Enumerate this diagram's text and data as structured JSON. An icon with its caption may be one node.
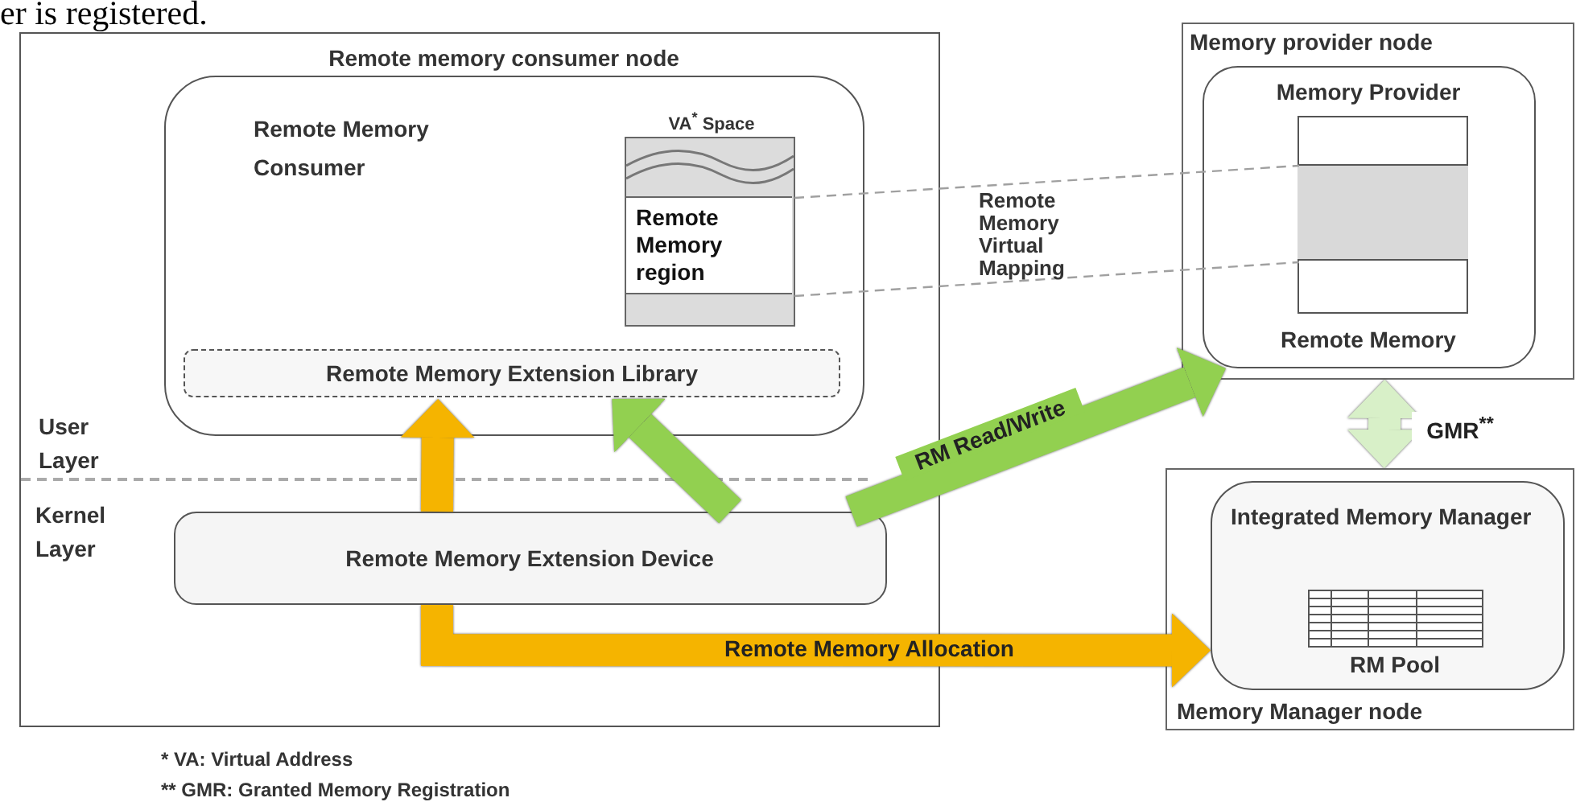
{
  "diagram": {
    "nodes": [
      {
        "text": [
          "Remote memory consumer node"
        ]
      },
      {
        "text": [
          "Remote Memory Consumer"
        ],
        "in": 0
      },
      {
        "text": [
          "VA$^{*}$ Space"
        ],
        "in": 1
      },
      {
        "text": [
          "Remote Memory region"
        ],
        "in": 2
      },
      {
        "text": [
          "Remote Memory Extension Library"
        ],
        "in": 1
      },
      {
        "text": [
          "Remote Memory Extension Device"
        ],
        "in": 0
      },
      {
        "text": [
          "Memory provider node"
        ]
      },
      {
        "text": [
          "Memory Provider",
          "Remote Memory"
        ],
        "in": 6
      },
      {
        "text": [],
        "shape": "box",
        "in": 7
      },
      {
        "text": [],
        "shape": "box",
        "in": 8
      },
      {
        "text": [
          "Memory Manager node"
        ]
      },
      {
        "text": [
          "Integrated Memory Manager",
          "RM Pool"
        ],
        "in": 10
      }
    ],
    "edges": [
      {
        "from": 5,
        "to": 4,
        "arrow": "to",
        "color": "#f5b400"
      },
      {
        "from": 5,
        "to": 4,
        "arrow": "to",
        "color": "#92d050"
      },
      {
        "from": 5,
        "to": 7,
        "arrow": "to",
        "label": "RM Read/Write",
        "color": "#92d050"
      },
      {
        "from": 5,
        "to": 11,
        "arrow": "to",
        "label": "Remote Memory Allocation",
        "color": "#f5b400"
      },
      {
        "from": 6,
        "to": 10,
        "arrow": "both",
        "label": "GMR$^{**}$",
        "color": "#d8f0c8"
      },
      {
        "from": 3,
        "to": 9,
        "arrow": "none",
        "style": "dashed",
        "color": "#a0a0a0"
      },
      {
        "from": 3,
        "to": 9,
        "arrow": "none",
        "style": "dashed",
        "color": "#a0a0a0"
      }
    ],
    "labels": [
      "er is registered.",
      "User Layer",
      "Kernel Layer",
      "Remote Memory Virtual Mapping",
      "* VA: Virtual Address",
      "** GMR: Granted Memory Registration"
    ]
  }
}
